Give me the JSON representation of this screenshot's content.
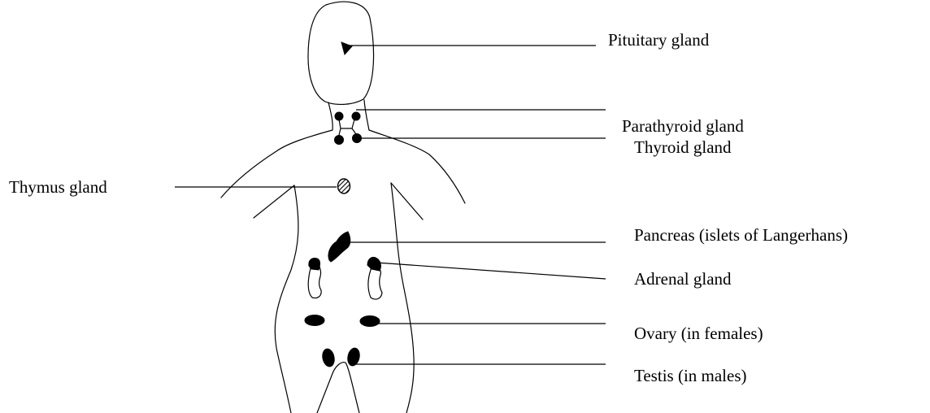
{
  "diagram": {
    "labels": {
      "pituitary": "Pituitary gland",
      "parathyroid": "Parathyroid gland",
      "thyroid": "Thyroid gland",
      "thymus": "Thymus gland",
      "pancreas": "Pancreas (islets of Langerhans)",
      "adrenal": "Adrenal gland",
      "ovary": "Ovary (in females)",
      "testis": "Testis (in males)"
    }
  }
}
